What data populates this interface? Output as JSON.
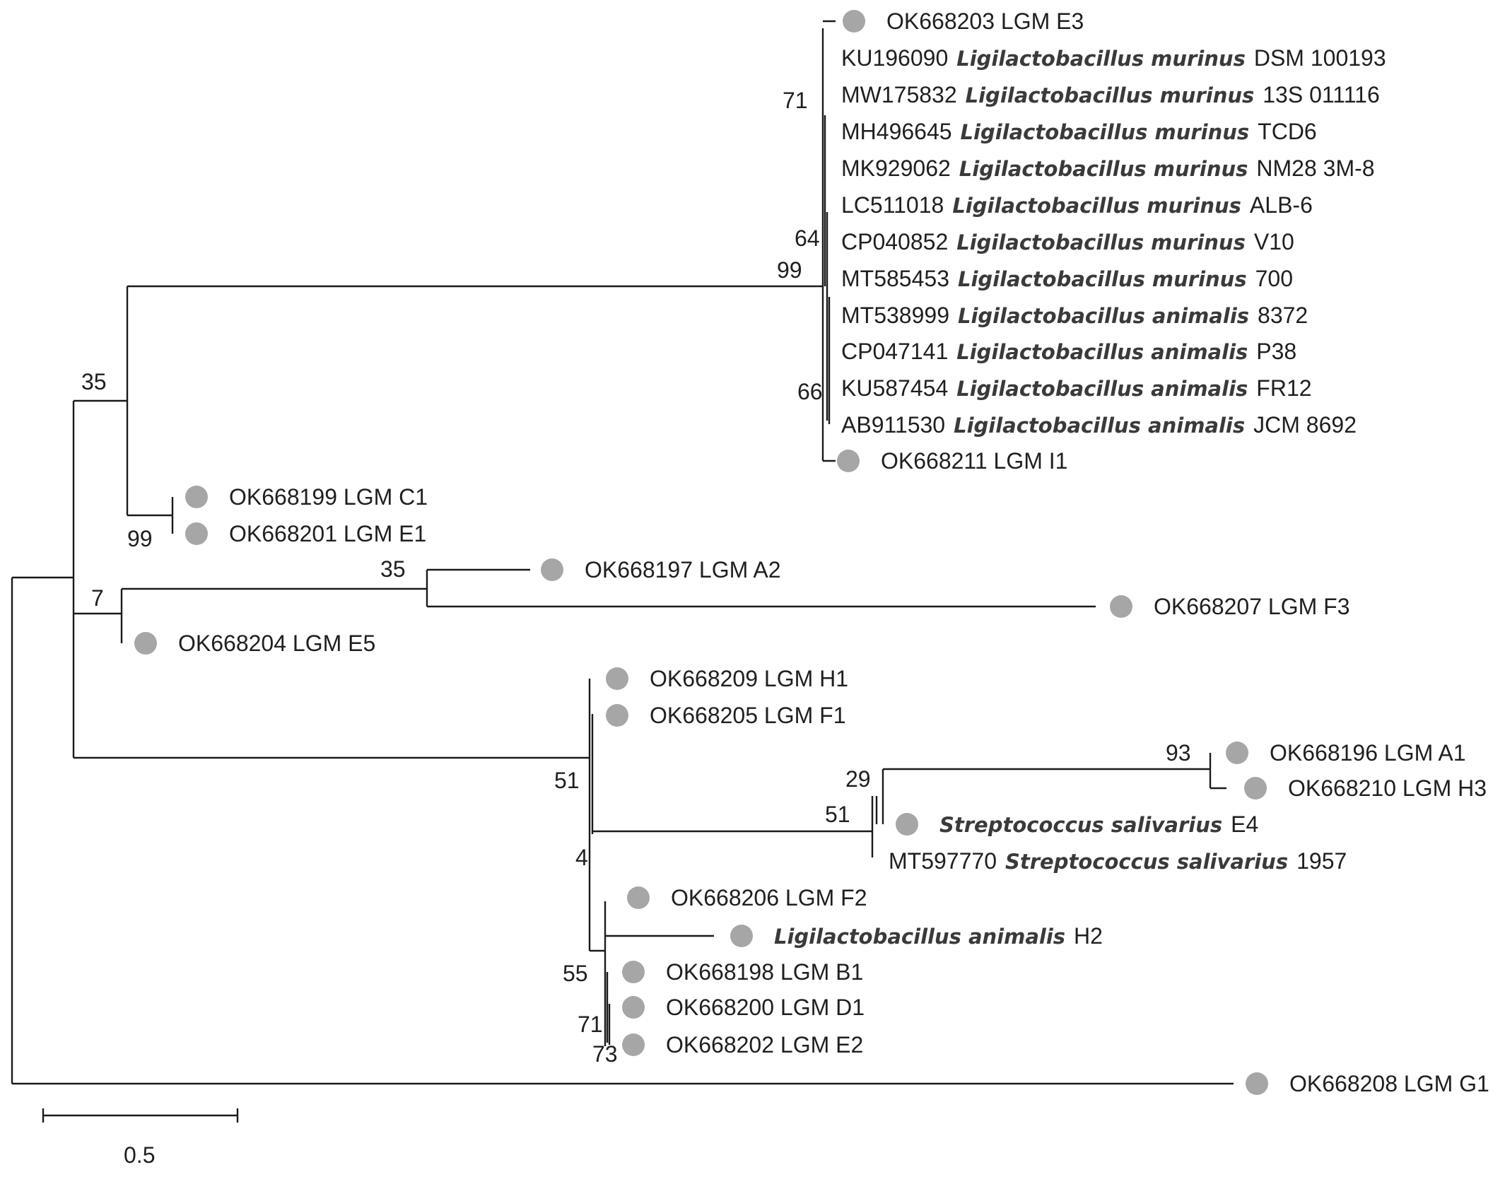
{
  "scale_bar": {
    "label": "0.5"
  },
  "leaves": [
    {
      "dot": true,
      "acc": "OK668203 LGM E3",
      "species": "",
      "strain": ""
    },
    {
      "dot": false,
      "acc": "KU196090",
      "species": "Ligilactobacillus murinus",
      "strain": "DSM 100193"
    },
    {
      "dot": false,
      "acc": "MW175832",
      "species": "Ligilactobacillus murinus",
      "strain": "13S 011116"
    },
    {
      "dot": false,
      "acc": "MH496645",
      "species": "Ligilactobacillus murinus",
      "strain": "TCD6"
    },
    {
      "dot": false,
      "acc": "MK929062",
      "species": "Ligilactobacillus murinus",
      "strain": "NM28 3M-8"
    },
    {
      "dot": false,
      "acc": "LC511018",
      "species": "Ligilactobacillus murinus",
      "strain": "ALB-6"
    },
    {
      "dot": false,
      "acc": "CP040852",
      "species": "Ligilactobacillus murinus",
      "strain": "V10"
    },
    {
      "dot": false,
      "acc": "MT585453",
      "species": "Ligilactobacillus murinus",
      "strain": "700"
    },
    {
      "dot": false,
      "acc": "MT538999",
      "species": "Ligilactobacillus animalis",
      "strain": "8372"
    },
    {
      "dot": false,
      "acc": "CP047141",
      "species": "Ligilactobacillus animalis",
      "strain": "P38"
    },
    {
      "dot": false,
      "acc": "KU587454",
      "species": "Ligilactobacillus animalis",
      "strain": "FR12"
    },
    {
      "dot": false,
      "acc": "AB911530",
      "species": "Ligilactobacillus animalis",
      "strain": "JCM 8692"
    },
    {
      "dot": true,
      "acc": "OK668211 LGM I1",
      "species": "",
      "strain": ""
    },
    {
      "dot": true,
      "acc": "OK668199 LGM C1",
      "species": "",
      "strain": ""
    },
    {
      "dot": true,
      "acc": "OK668201 LGM E1",
      "species": "",
      "strain": ""
    },
    {
      "dot": true,
      "acc": "OK668197 LGM A2",
      "species": "",
      "strain": ""
    },
    {
      "dot": true,
      "acc": "OK668207 LGM F3",
      "species": "",
      "strain": ""
    },
    {
      "dot": true,
      "acc": "OK668204 LGM E5",
      "species": "",
      "strain": ""
    },
    {
      "dot": true,
      "acc": "OK668209 LGM H1",
      "species": "",
      "strain": ""
    },
    {
      "dot": true,
      "acc": "OK668205 LGM F1",
      "species": "",
      "strain": ""
    },
    {
      "dot": true,
      "acc": "OK668196 LGM A1",
      "species": "",
      "strain": ""
    },
    {
      "dot": true,
      "acc": "OK668210 LGM H3",
      "species": "",
      "strain": ""
    },
    {
      "dot": true,
      "acc": "",
      "species": "Streptococcus salivarius",
      "strain": "E4"
    },
    {
      "dot": false,
      "acc": "MT597770",
      "species": "Streptococcus salivarius",
      "strain": "1957"
    },
    {
      "dot": true,
      "acc": "OK668206 LGM F2",
      "species": "",
      "strain": ""
    },
    {
      "dot": true,
      "acc": "",
      "species": "Ligilactobacillus animalis",
      "strain": "H2"
    },
    {
      "dot": true,
      "acc": "OK668198 LGM B1",
      "species": "",
      "strain": ""
    },
    {
      "dot": true,
      "acc": "OK668200 LGM D1",
      "species": "",
      "strain": ""
    },
    {
      "dot": true,
      "acc": "OK668202 LGM E2",
      "species": "",
      "strain": ""
    },
    {
      "dot": true,
      "acc": "OK668208 LGM G1",
      "species": "",
      "strain": ""
    }
  ],
  "bootstrap": [
    "71",
    "64",
    "99",
    "66",
    "35",
    "99",
    "7",
    "35",
    "51",
    "29",
    "51",
    "93",
    "4",
    "55",
    "71",
    "73"
  ]
}
